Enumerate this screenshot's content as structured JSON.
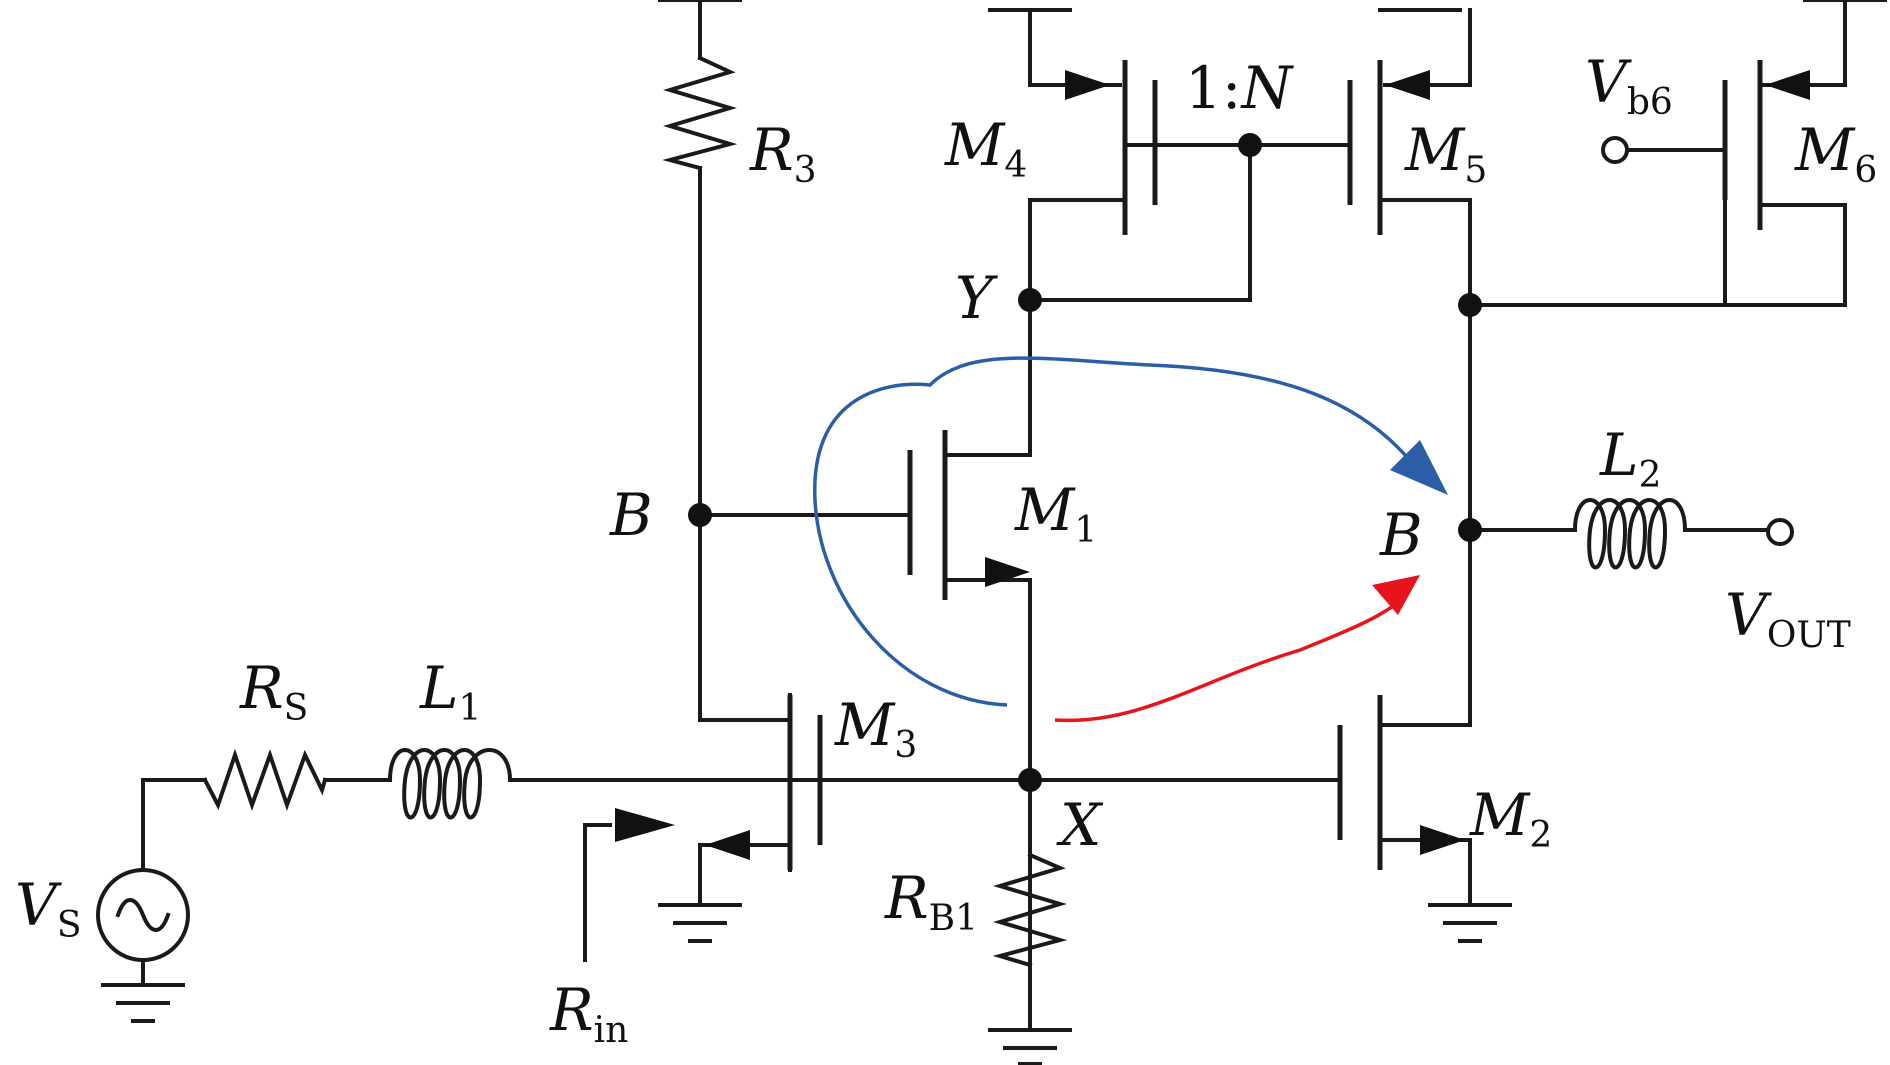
{
  "labels": {
    "r3": {
      "main": "R",
      "sub": "3"
    },
    "m4": {
      "main": "M",
      "sub": "4"
    },
    "ratio": {
      "pre": "1:",
      "n": "N"
    },
    "m5": {
      "main": "M",
      "sub": "5"
    },
    "vb6": {
      "main": "V",
      "sub": "b6"
    },
    "m6": {
      "main": "M",
      "sub": "6"
    },
    "y": "Y",
    "b_left": "B",
    "m1": {
      "main": "M",
      "sub": "1"
    },
    "b_right": "B",
    "l2": {
      "main": "L",
      "sub": "2"
    },
    "vout": {
      "main": "V",
      "sub": "OUT"
    },
    "rs": {
      "main": "R",
      "sub": "S"
    },
    "l1": {
      "main": "L",
      "sub": "1"
    },
    "m3": {
      "main": "M",
      "sub": "3"
    },
    "x": "X",
    "m2": {
      "main": "M",
      "sub": "2"
    },
    "rb1": {
      "main": "R",
      "sub": "B1"
    },
    "vs": {
      "main": "V",
      "sub": "S"
    },
    "rin": {
      "main": "R",
      "sub": "in"
    }
  },
  "colors": {
    "wire": "#1a1a1a",
    "blue_path": "#2b5ea6",
    "red_path": "#e8141b"
  }
}
